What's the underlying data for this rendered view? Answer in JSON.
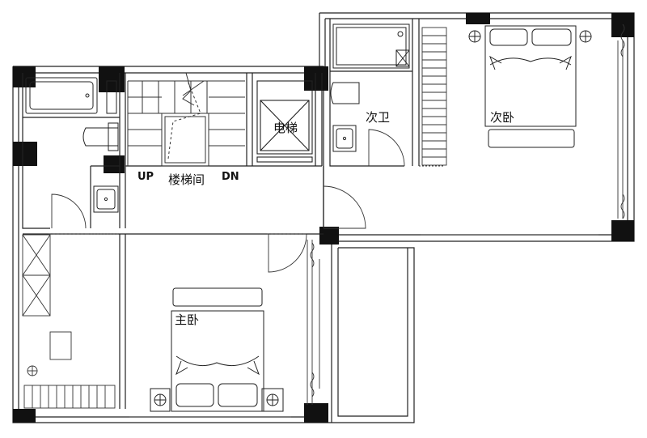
{
  "plan": {
    "colors": {
      "wall": "#111111",
      "line": "#222222",
      "thin": "#444444",
      "bg": "#ffffff"
    },
    "labels": {
      "stair_up": "UP",
      "stairwell": "楼梯间",
      "stair_down": "DN",
      "elevator": "电梯",
      "second_bath": "次卫",
      "second_bedroom": "次卧",
      "master_bedroom": "主卧"
    }
  }
}
